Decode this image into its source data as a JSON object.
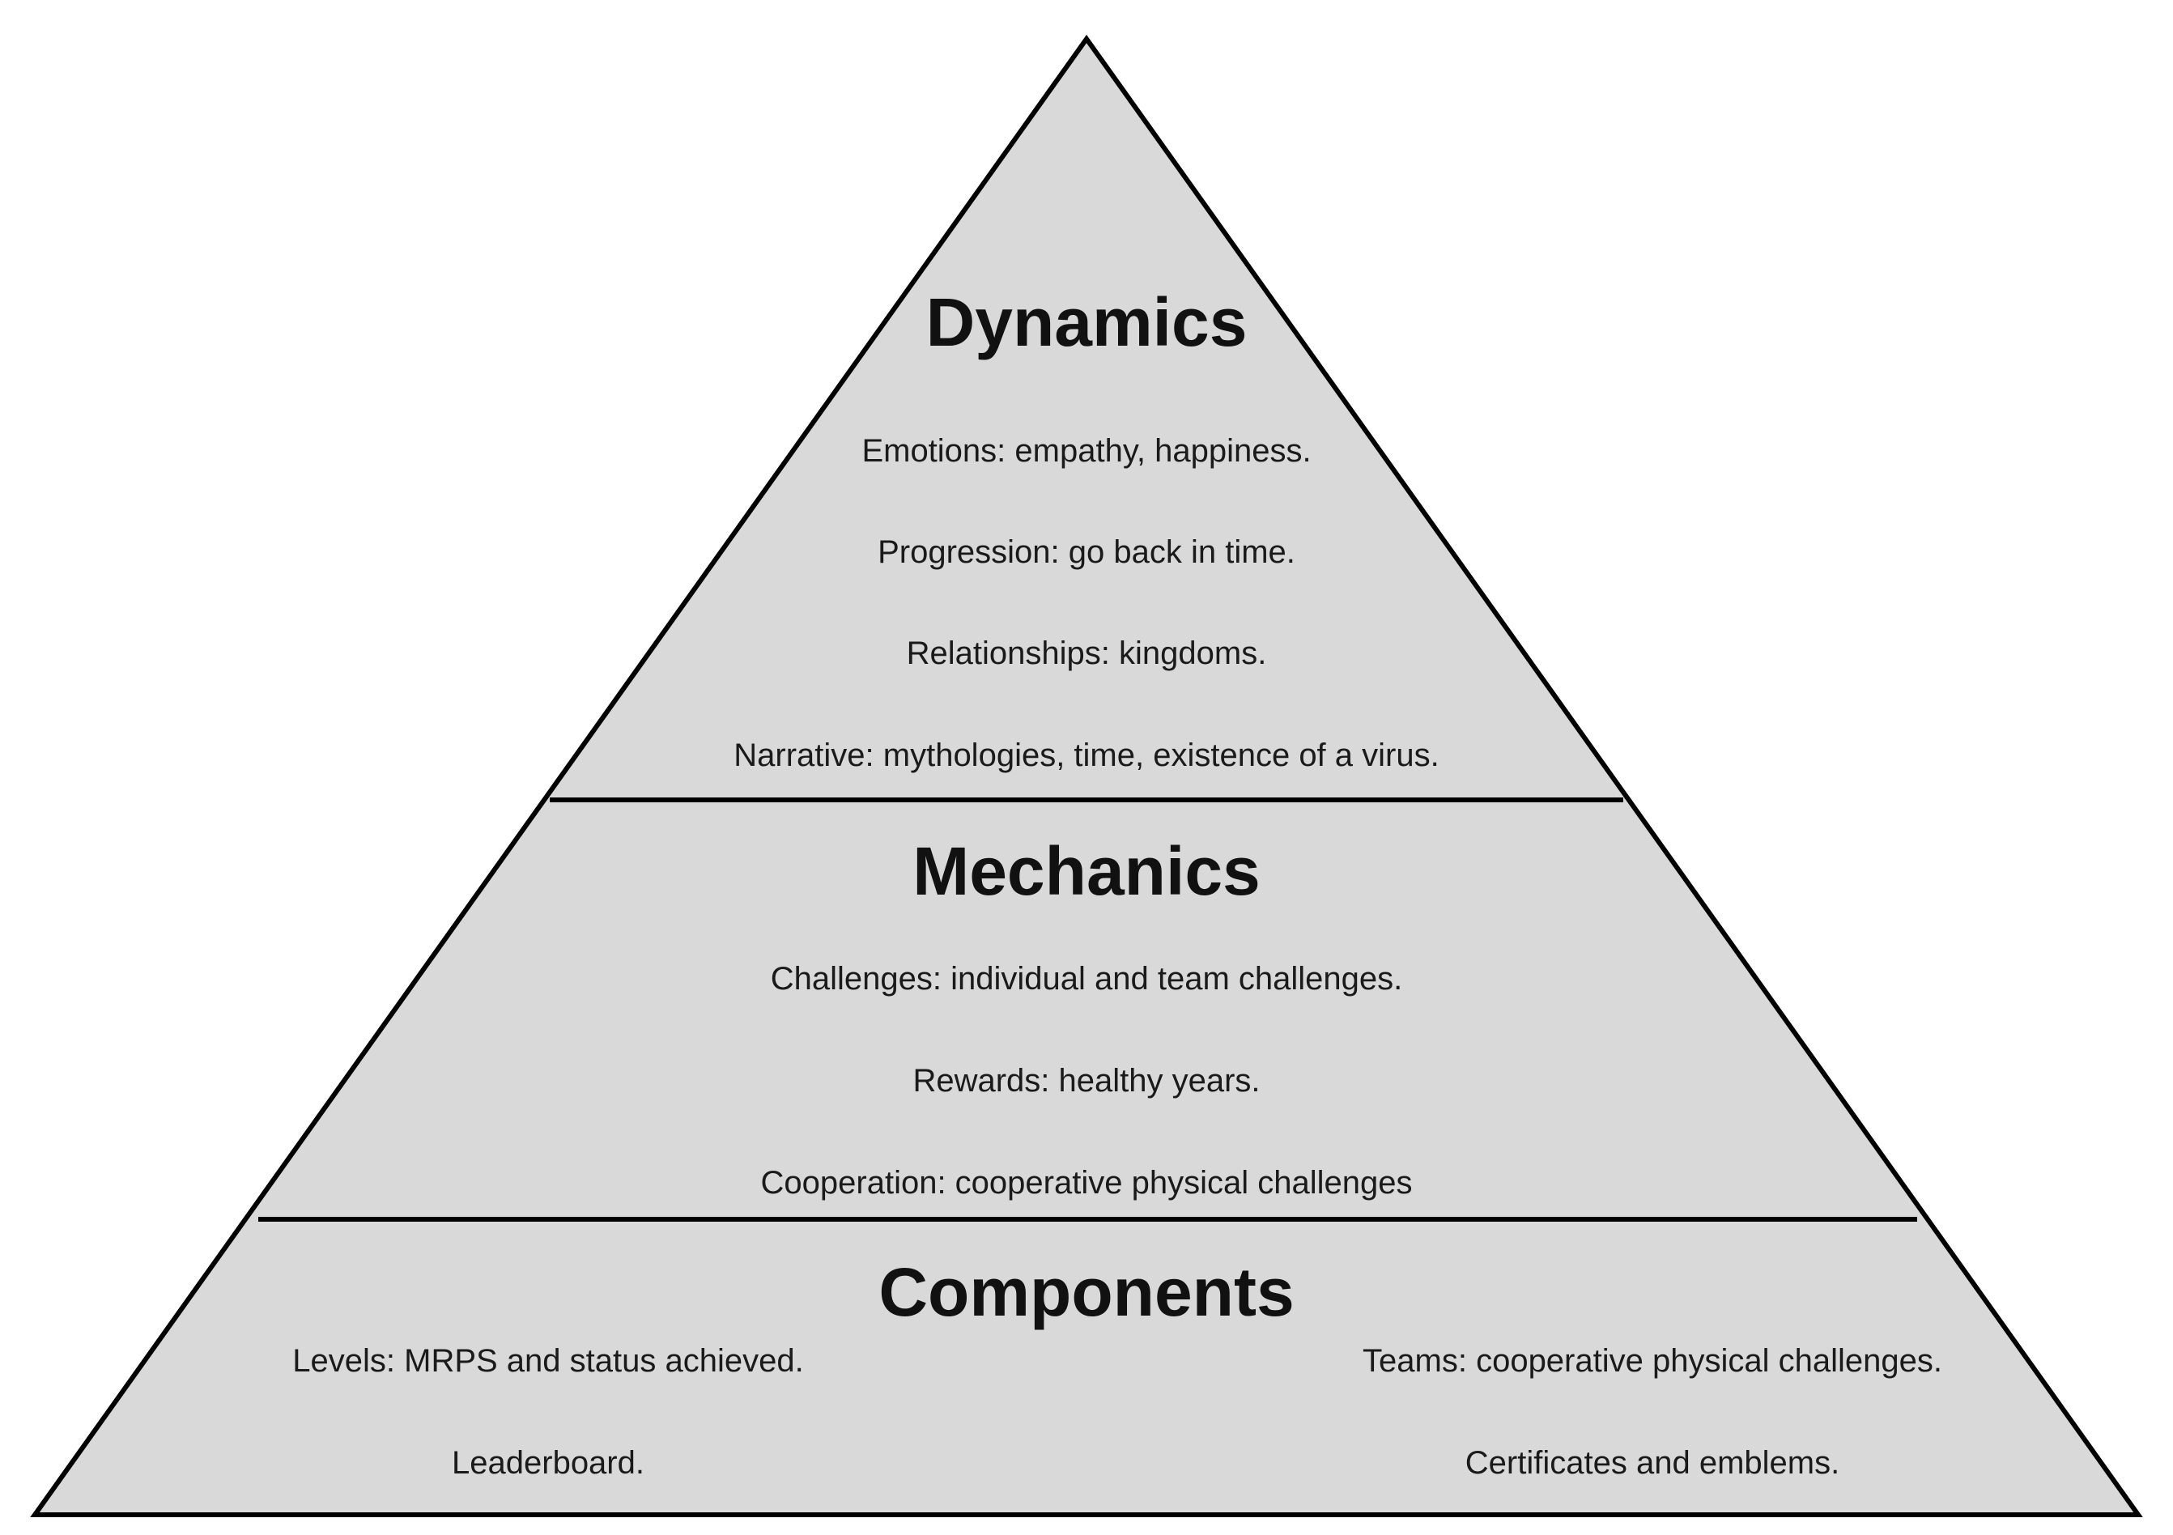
{
  "colors": {
    "fill": "#d9d9d9",
    "stroke": "#000000",
    "text": "#1a1a1a"
  },
  "tiers": {
    "dynamics": {
      "title": "Dynamics",
      "items": [
        "Emotions: empathy, happiness.",
        "Progression: go back in time.",
        "Relationships: kingdoms.",
        "Narrative: mythologies, time, existence of a virus."
      ]
    },
    "mechanics": {
      "title": "Mechanics",
      "items": [
        "Challenges: individual and team challenges.",
        "Rewards: healthy years.",
        "Cooperation:  cooperative  physical challenges"
      ]
    },
    "components": {
      "title": "Components",
      "left_items": [
        "Levels: MRPS and status achieved.",
        "Leaderboard."
      ],
      "right_items": [
        "Teams: cooperative  physical challenges.",
        "Certificates and emblems."
      ]
    }
  }
}
